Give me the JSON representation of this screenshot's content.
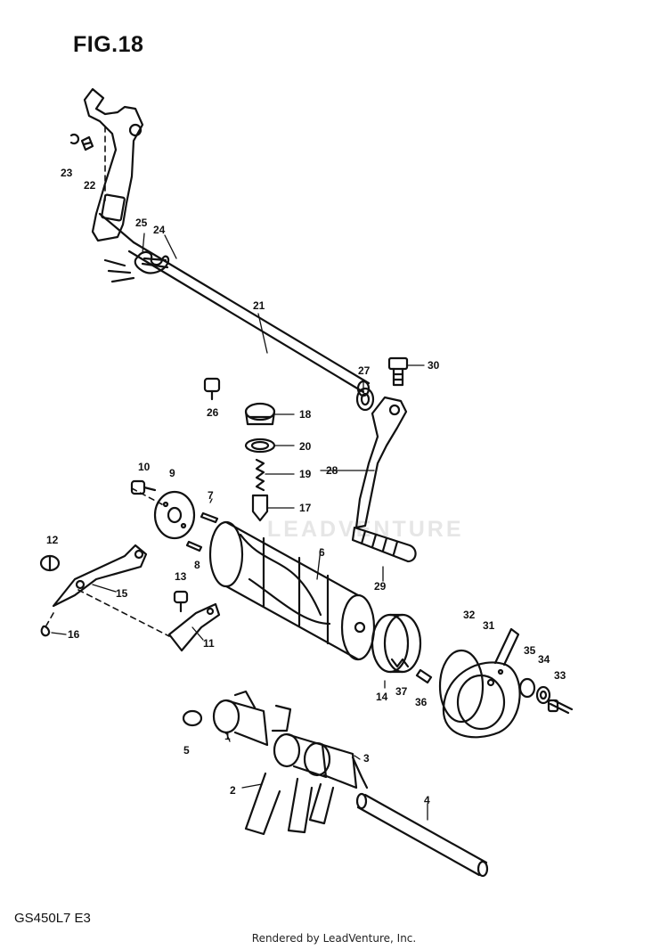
{
  "figure": {
    "title": "FIG.18",
    "model_code": "GS450L7 E3"
  },
  "watermark": {
    "text": "LEADVENTURE",
    "color": "#e6e6e6"
  },
  "footer": {
    "text": "Rendered by LeadVenture, Inc."
  },
  "callouts": [
    {
      "id": "1",
      "label": "1",
      "part": "gear-shift-fork-1"
    },
    {
      "id": "2",
      "label": "2",
      "part": "gear-shift-fork-2"
    },
    {
      "id": "3",
      "label": "3",
      "part": "gear-shift-fork-3"
    },
    {
      "id": "4",
      "label": "4",
      "part": "shift-fork-shaft"
    },
    {
      "id": "5",
      "label": "5",
      "part": "screw"
    },
    {
      "id": "6",
      "label": "6",
      "part": "gear-shift-cam"
    },
    {
      "id": "7",
      "label": "7",
      "part": "pin"
    },
    {
      "id": "8",
      "label": "8",
      "part": "pin"
    },
    {
      "id": "9",
      "label": "9",
      "part": "cam-driven-gear"
    },
    {
      "id": "10",
      "label": "10",
      "part": "screw"
    },
    {
      "id": "11",
      "label": "11",
      "part": "cam-guide"
    },
    {
      "id": "12",
      "label": "12",
      "part": "screw"
    },
    {
      "id": "13",
      "label": "13",
      "part": "screw"
    },
    {
      "id": "14",
      "label": "14",
      "part": "cam-bearing"
    },
    {
      "id": "15",
      "label": "15",
      "part": "cam-stopper-plate"
    },
    {
      "id": "16",
      "label": "16",
      "part": "spring"
    },
    {
      "id": "17",
      "label": "17",
      "part": "neutral-stopper"
    },
    {
      "id": "18",
      "label": "18",
      "part": "plug"
    },
    {
      "id": "19",
      "label": "19",
      "part": "spring"
    },
    {
      "id": "20",
      "label": "20",
      "part": "gasket"
    },
    {
      "id": "21",
      "label": "21",
      "part": "gear-shift-shaft"
    },
    {
      "id": "22",
      "label": "22",
      "part": "spring"
    },
    {
      "id": "23",
      "label": "23",
      "part": "circlip"
    },
    {
      "id": "24",
      "label": "24",
      "part": "return-spring"
    },
    {
      "id": "25",
      "label": "25",
      "part": "washer"
    },
    {
      "id": "26",
      "label": "26",
      "part": "stopper-pin"
    },
    {
      "id": "27",
      "label": "27",
      "part": "oil-seal"
    },
    {
      "id": "28",
      "label": "28",
      "part": "gear-shift-lever"
    },
    {
      "id": "29",
      "label": "29",
      "part": "rubber"
    },
    {
      "id": "30",
      "label": "30",
      "part": "bolt"
    },
    {
      "id": "31",
      "label": "31",
      "part": "neutral-switch"
    },
    {
      "id": "32",
      "label": "32",
      "part": "o-ring"
    },
    {
      "id": "33",
      "label": "33",
      "part": "screw"
    },
    {
      "id": "34",
      "label": "34",
      "part": "washer"
    },
    {
      "id": "35",
      "label": "35",
      "part": "washer"
    },
    {
      "id": "36",
      "label": "36",
      "part": "spring"
    },
    {
      "id": "37",
      "label": "37",
      "part": "contact"
    }
  ]
}
